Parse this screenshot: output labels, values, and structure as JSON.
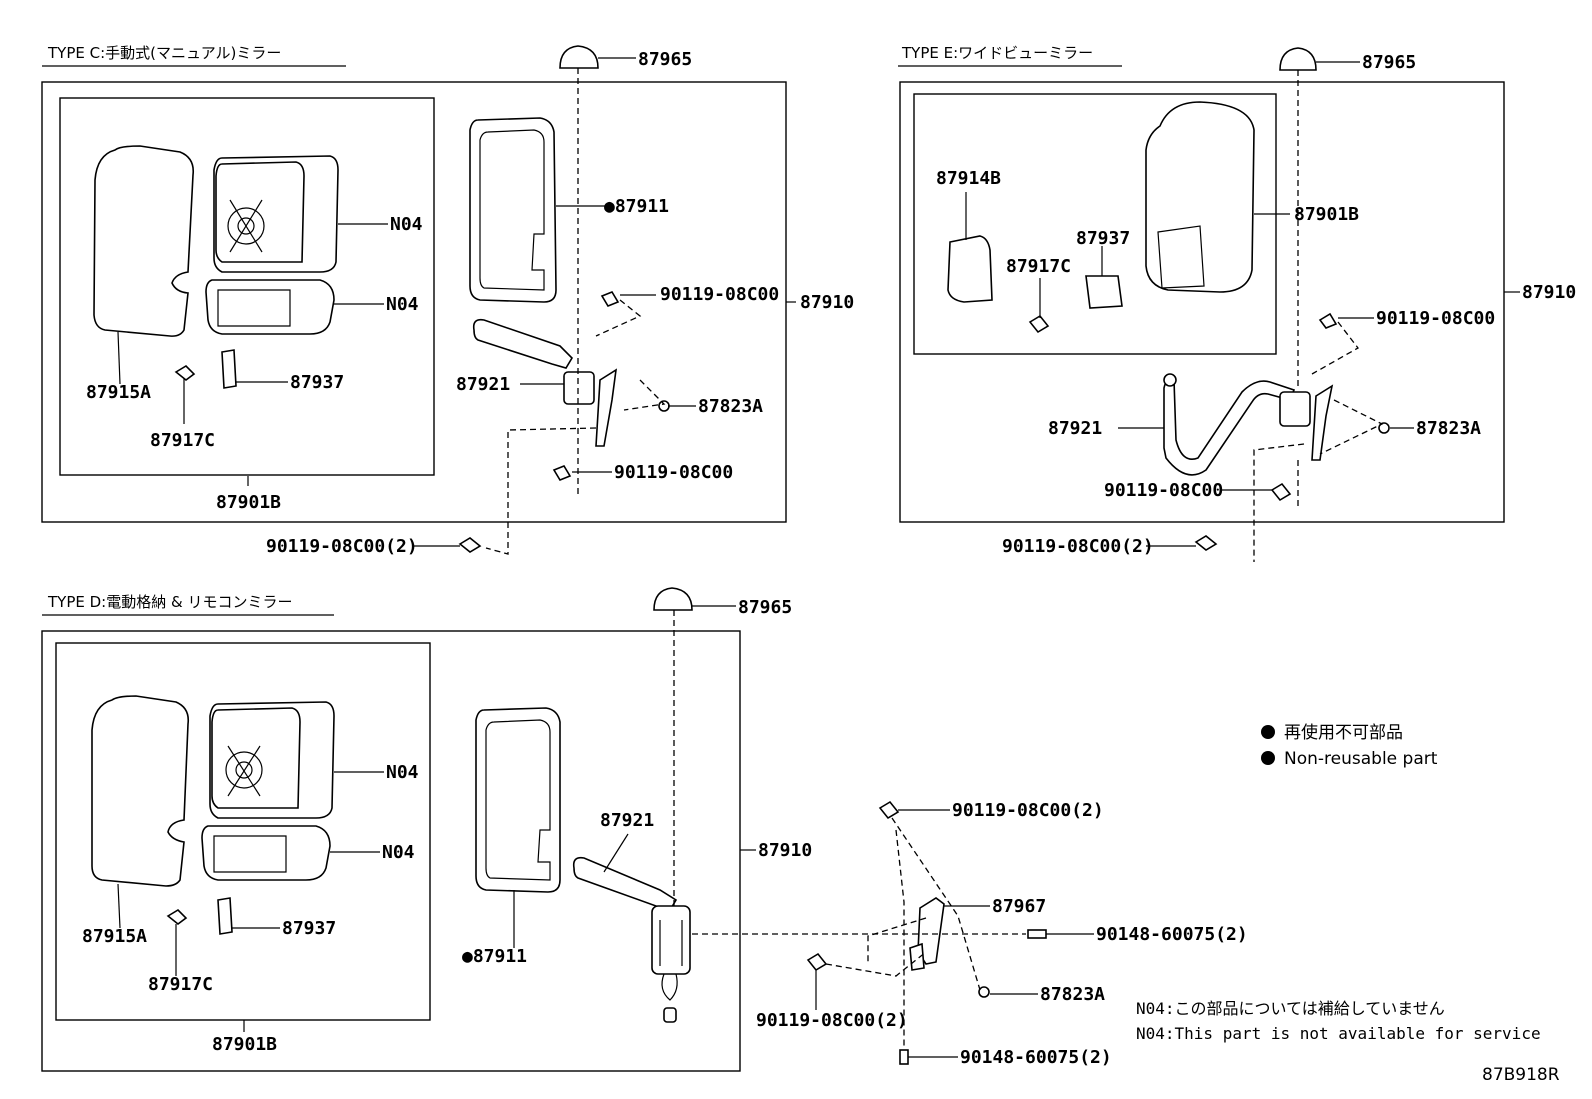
{
  "sections": {
    "type_c": {
      "title": "TYPE C:手動式(マニュアル)ミラー",
      "labels": {
        "p87965": "87965",
        "p87911": "●87911",
        "n04a": "N04",
        "n04b": "N04",
        "p90119_upper": "90119-08C00",
        "p87910": "87910",
        "p87921": "87921",
        "p87823a": "87823A",
        "p87915a": "87915A",
        "p87937": "87937",
        "p87917c": "87917C",
        "p90119_lower": "90119-08C00",
        "p87901b": "87901B",
        "p90119_outer": "90119-08C00(2)"
      }
    },
    "type_e": {
      "title": "TYPE E:ワイドビューミラー",
      "labels": {
        "p87965": "87965",
        "p87914b": "87914B",
        "p87937": "87937",
        "p87917c": "87917C",
        "p87901b": "87901B",
        "p87910": "87910",
        "p90119_upper": "90119-08C00",
        "p87921": "87921",
        "p87823a": "87823A",
        "p90119_lower": "90119-08C00",
        "p90119_outer": "90119-08C00(2)"
      }
    },
    "type_d": {
      "title": "TYPE D:電動格納 & リモコンミラー",
      "labels": {
        "p87965": "87965",
        "n04a": "N04",
        "n04b": "N04",
        "p87921": "87921",
        "p87910": "87910",
        "p87915a": "87915A",
        "p87937": "87937",
        "p87917c": "87917C",
        "p87911": "●87911",
        "p87901b": "87901B",
        "p90119_a": "90119-08C00(2)",
        "p87967": "87967",
        "p90148_a": "90148-60075(2)",
        "p87823a": "87823A",
        "p90119_b": "90119-08C00(2)",
        "p90148_b": "90148-60075(2)"
      }
    }
  },
  "legend": {
    "line_jp": "再使用不可部品",
    "line_en": "Non-reusable part"
  },
  "footnote": {
    "jp": "N04:この部品については補給していません",
    "en": "N04:This part is not available for service"
  },
  "diagram_code": "87B918R"
}
